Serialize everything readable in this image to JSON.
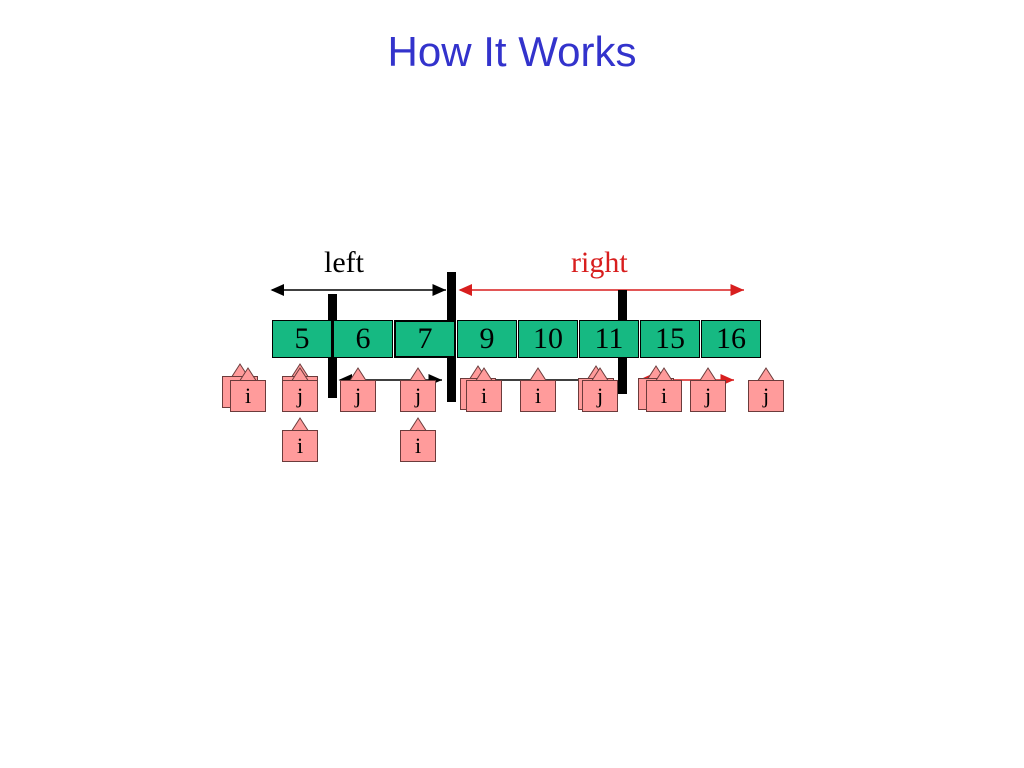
{
  "title": "How It Works",
  "labels": {
    "left": "left",
    "right": "right"
  },
  "array": [
    "5",
    "6",
    "7",
    "9",
    "10",
    "11",
    "15",
    "16"
  ],
  "pointers": {
    "i": "i",
    "j": "j"
  },
  "colors": {
    "title": "#3333cc",
    "cell": "#16b982",
    "pointer": "#ff9b9b",
    "right": "#d81e1e"
  }
}
